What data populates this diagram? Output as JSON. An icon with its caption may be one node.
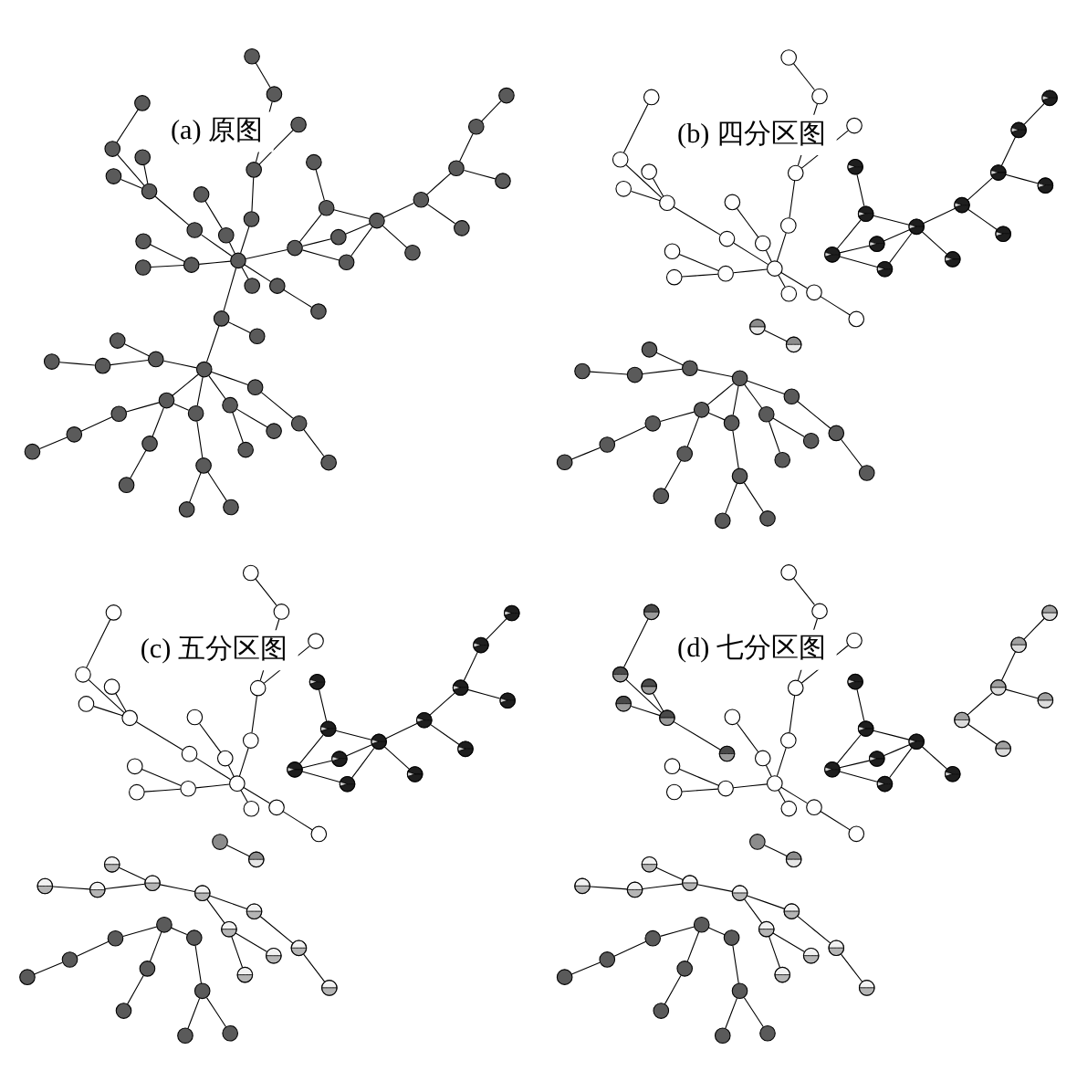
{
  "diagram": {
    "nodes": [
      {
        "text": [],
        "shape": "circle"
      },
      {
        "text": [],
        "shape": "circle"
      },
      {
        "text": [],
        "shape": "circle"
      },
      {
        "text": [],
        "shape": "circle"
      },
      {
        "text": [],
        "shape": "circle"
      },
      {
        "text": [],
        "shape": "circle"
      },
      {
        "text": [],
        "shape": "circle"
      },
      {
        "text": [],
        "shape": "circle"
      },
      {
        "text": [],
        "shape": "circle"
      },
      {
        "text": [],
        "shape": "circle"
      },
      {
        "text": [],
        "shape": "circle"
      },
      {
        "text": [],
        "shape": "circle"
      },
      {
        "text": [],
        "shape": "circle"
      },
      {
        "text": [],
        "shape": "circle"
      },
      {
        "text": [],
        "shape": "circle"
      },
      {
        "text": [],
        "shape": "circle"
      },
      {
        "text": [],
        "shape": "circle"
      },
      {
        "text": [],
        "shape": "circle"
      },
      {
        "text": [],
        "shape": "circle"
      },
      {
        "text": [],
        "shape": "circle"
      },
      {
        "text": [],
        "shape": "circle"
      },
      {
        "text": [],
        "shape": "circle"
      },
      {
        "text": [],
        "shape": "circle"
      },
      {
        "text": [],
        "shape": "circle"
      },
      {
        "text": [],
        "shape": "circle"
      },
      {
        "text": [],
        "shape": "circle"
      },
      {
        "text": [],
        "shape": "circle"
      },
      {
        "text": [],
        "shape": "circle"
      },
      {
        "text": [],
        "shape": "circle"
      },
      {
        "text": [],
        "shape": "circle"
      },
      {
        "text": [],
        "shape": "circle"
      },
      {
        "text": [],
        "shape": "circle"
      },
      {
        "text": [],
        "shape": "circle"
      },
      {
        "text": [],
        "shape": "circle"
      },
      {
        "text": [],
        "shape": "circle"
      },
      {
        "text": [],
        "shape": "circle"
      },
      {
        "text": [],
        "shape": "circle"
      },
      {
        "text": [],
        "shape": "circle"
      },
      {
        "text": [],
        "shape": "circle"
      },
      {
        "text": [],
        "shape": "circle"
      },
      {
        "text": [],
        "shape": "circle"
      },
      {
        "text": [],
        "shape": "circle"
      },
      {
        "text": [],
        "shape": "circle"
      },
      {
        "text": [],
        "shape": "circle"
      },
      {
        "text": [],
        "shape": "circle"
      },
      {
        "text": [],
        "shape": "circle"
      },
      {
        "text": [],
        "shape": "circle"
      },
      {
        "text": [],
        "shape": "circle"
      },
      {
        "text": [],
        "shape": "circle"
      },
      {
        "text": [],
        "shape": "circle"
      },
      {
        "text": [],
        "shape": "circle"
      },
      {
        "text": [],
        "shape": "circle"
      },
      {
        "text": [],
        "shape": "circle"
      },
      {
        "text": [],
        "shape": "circle"
      },
      {
        "text": [],
        "shape": "circle"
      },
      {
        "text": [],
        "shape": "circle"
      },
      {
        "text": [],
        "shape": "circle"
      },
      {
        "text": [],
        "shape": "circle"
      },
      {
        "text": [],
        "shape": "circle"
      },
      {
        "text": [],
        "shape": "circle"
      },
      {
        "text": [],
        "shape": "circle"
      },
      {
        "text": [],
        "shape": "circle"
      },
      {
        "text": [],
        "shape": "circle"
      },
      {
        "text": [],
        "shape": "circle"
      },
      {
        "text": [],
        "shape": "circle"
      },
      {
        "text": [],
        "shape": "circle"
      },
      {
        "text": [],
        "shape": "circle"
      },
      {
        "text": [],
        "shape": "circle"
      },
      {
        "text": [],
        "shape": "circle"
      },
      {
        "text": [],
        "shape": "circle"
      },
      {
        "text": [],
        "shape": "circle"
      },
      {
        "text": [],
        "shape": "circle"
      },
      {
        "text": [],
        "shape": "circle"
      },
      {
        "text": [],
        "shape": "circle"
      },
      {
        "text": [],
        "shape": "circle"
      },
      {
        "text": [],
        "shape": "circle"
      },
      {
        "text": [],
        "shape": "circle"
      },
      {
        "text": [],
        "shape": "circle"
      },
      {
        "text": [],
        "shape": "circle"
      },
      {
        "text": [],
        "shape": "circle"
      },
      {
        "text": [],
        "shape": "circle"
      },
      {
        "text": [],
        "shape": "circle"
      },
      {
        "text": [],
        "shape": "circle"
      },
      {
        "text": [],
        "shape": "circle"
      },
      {
        "text": [],
        "shape": "circle"
      },
      {
        "text": [],
        "shape": "circle"
      },
      {
        "text": [],
        "shape": "circle"
      },
      {
        "text": [],
        "shape": "circle"
      },
      {
        "text": [],
        "shape": "circle"
      },
      {
        "text": [],
        "shape": "circle"
      },
      {
        "text": [],
        "shape": "circle"
      },
      {
        "text": [],
        "shape": "circle"
      },
      {
        "text": [],
        "shape": "circle"
      },
      {
        "text": [],
        "shape": "circle"
      },
      {
        "text": [],
        "shape": "circle"
      },
      {
        "text": [],
        "shape": "circle"
      },
      {
        "text": [],
        "shape": "circle"
      },
      {
        "text": [],
        "shape": "circle"
      },
      {
        "text": [],
        "shape": "circle"
      },
      {
        "text": [],
        "shape": "circle"
      },
      {
        "text": [],
        "shape": "circle"
      },
      {
        "text": [],
        "shape": "circle"
      },
      {
        "text": [],
        "shape": "circle"
      },
      {
        "text": [],
        "shape": "circle"
      },
      {
        "text": [],
        "shape": "circle"
      },
      {
        "text": [],
        "shape": "circle"
      },
      {
        "text": [],
        "shape": "circle"
      },
      {
        "text": [],
        "shape": "circle"
      },
      {
        "text": [],
        "shape": "circle"
      },
      {
        "text": [],
        "shape": "circle"
      },
      {
        "text": [],
        "shape": "circle"
      },
      {
        "text": [],
        "shape": "circle"
      },
      {
        "text": [],
        "shape": "circle"
      },
      {
        "text": [],
        "shape": "circle"
      },
      {
        "text": [],
        "shape": "circle"
      },
      {
        "text": [],
        "shape": "circle"
      },
      {
        "text": [],
        "shape": "circle"
      },
      {
        "text": [],
        "shape": "circle"
      },
      {
        "text": [],
        "shape": "circle"
      },
      {
        "text": [],
        "shape": "circle"
      },
      {
        "text": [],
        "shape": "circle"
      },
      {
        "text": [],
        "shape": "circle"
      },
      {
        "text": [],
        "shape": "circle"
      },
      {
        "text": [],
        "shape": "circle"
      },
      {
        "text": [],
        "shape": "circle"
      },
      {
        "text": [],
        "shape": "circle"
      },
      {
        "text": [],
        "shape": "circle"
      },
      {
        "text": [],
        "shape": "circle"
      },
      {
        "text": [],
        "shape": "circle"
      },
      {
        "text": [],
        "shape": "circle"
      },
      {
        "text": [],
        "shape": "circle"
      },
      {
        "text": [],
        "shape": "circle"
      },
      {
        "text": [],
        "shape": "circle"
      },
      {
        "text": [],
        "shape": "circle"
      },
      {
        "text": [],
        "shape": "circle"
      },
      {
        "text": [],
        "shape": "circle"
      },
      {
        "text": [],
        "shape": "circle"
      },
      {
        "text": [],
        "shape": "circle"
      },
      {
        "text": [],
        "shape": "circle"
      },
      {
        "text": [],
        "shape": "circle"
      },
      {
        "text": [],
        "shape": "circle"
      },
      {
        "text": [],
        "shape": "circle"
      },
      {
        "text": [],
        "shape": "circle"
      },
      {
        "text": [],
        "shape": "circle"
      },
      {
        "text": [],
        "shape": "circle"
      },
      {
        "text": [],
        "shape": "circle"
      },
      {
        "text": [],
        "shape": "circle"
      },
      {
        "text": [],
        "shape": "circle"
      },
      {
        "text": [],
        "shape": "circle"
      },
      {
        "text": [],
        "shape": "circle"
      },
      {
        "text": [],
        "shape": "circle"
      },
      {
        "text": [],
        "shape": "circle"
      },
      {
        "text": [],
        "shape": "circle"
      },
      {
        "text": [],
        "shape": "circle"
      },
      {
        "text": [],
        "shape": "circle"
      },
      {
        "text": [],
        "shape": "circle"
      },
      {
        "text": [],
        "shape": "circle"
      },
      {
        "text": [],
        "shape": "circle"
      },
      {
        "text": [],
        "shape": "circle"
      },
      {
        "text": [],
        "shape": "circle"
      },
      {
        "text": [],
        "shape": "circle"
      },
      {
        "text": [],
        "shape": "circle"
      },
      {
        "text": [],
        "shape": "circle"
      },
      {
        "text": [],
        "shape": "circle"
      },
      {
        "text": [],
        "shape": "circle"
      },
      {
        "text": [],
        "shape": "circle"
      },
      {
        "text": [],
        "shape": "circle"
      },
      {
        "text": [],
        "shape": "circle"
      },
      {
        "text": [],
        "shape": "circle"
      },
      {
        "text": [],
        "shape": "circle"
      },
      {
        "text": [],
        "shape": "circle"
      },
      {
        "text": [],
        "shape": "circle"
      },
      {
        "text": [],
        "shape": "circle"
      },
      {
        "text": [],
        "shape": "circle"
      },
      {
        "text": [],
        "shape": "circle"
      },
      {
        "text": [],
        "shape": "circle"
      },
      {
        "text": [],
        "shape": "circle"
      },
      {
        "text": [],
        "shape": "circle"
      },
      {
        "text": [],
        "shape": "circle"
      },
      {
        "text": [],
        "shape": "circle"
      },
      {
        "text": [],
        "shape": "circle"
      },
      {
        "text": [],
        "shape": "circle"
      },
      {
        "text": [],
        "shape": "circle"
      },
      {
        "text": [],
        "shape": "circle"
      },
      {
        "text": [],
        "shape": "circle"
      },
      {
        "text": [],
        "shape": "circle"
      },
      {
        "text": [],
        "shape": "circle"
      },
      {
        "text": [],
        "shape": "circle"
      },
      {
        "text": [],
        "shape": "circle"
      },
      {
        "text": [],
        "shape": "circle"
      },
      {
        "text": [],
        "shape": "circle"
      },
      {
        "text": [],
        "shape": "circle"
      },
      {
        "text": [],
        "shape": "circle"
      },
      {
        "text": [],
        "shape": "circle"
      },
      {
        "text": [],
        "shape": "circle"
      },
      {
        "text": [],
        "shape": "circle"
      },
      {
        "text": [],
        "shape": "circle"
      },
      {
        "text": [],
        "shape": "circle"
      },
      {
        "text": [],
        "shape": "circle"
      },
      {
        "text": [],
        "shape": "circle"
      },
      {
        "text": [],
        "shape": "circle"
      },
      {
        "text": [],
        "shape": "circle"
      },
      {
        "text": [],
        "shape": "circle"
      },
      {
        "text": [],
        "shape": "circle"
      },
      {
        "text": [],
        "shape": "circle"
      },
      {
        "text": [],
        "shape": "circle"
      },
      {
        "text": [],
        "shape": "circle"
      },
      {
        "text": [],
        "shape": "circle"
      },
      {
        "text": [],
        "shape": "circle"
      },
      {
        "text": [],
        "shape": "circle"
      },
      {
        "text": [],
        "shape": "circle"
      },
      {
        "text": [],
        "shape": "circle"
      },
      {
        "text": [],
        "shape": "circle"
      },
      {
        "text": [],
        "shape": "circle"
      },
      {
        "text": [],
        "shape": "circle"
      },
      {
        "text": [],
        "shape": "circle"
      },
      {
        "text": [],
        "shape": "circle"
      },
      {
        "text": [],
        "shape": "circle"
      },
      {
        "text": [],
        "shape": "circle"
      },
      {
        "text": [],
        "shape": "circle"
      },
      {
        "text": [],
        "shape": "circle"
      },
      {
        "text": [],
        "shape": "circle"
      },
      {
        "text": [],
        "shape": "circle"
      },
      {
        "text": [],
        "shape": "circle"
      }
    ],
    "edges": [
      {
        "from": 0,
        "to": 1,
        "arrow": "none"
      },
      {
        "from": 1,
        "to": 2,
        "arrow": "none"
      },
      {
        "from": 3,
        "to": 4,
        "arrow": "none"
      },
      {
        "from": 4,
        "to": 5,
        "arrow": "none"
      },
      {
        "from": 5,
        "to": 2,
        "arrow": "none"
      },
      {
        "from": 2,
        "to": 6,
        "arrow": "none"
      },
      {
        "from": 2,
        "to": 7,
        "arrow": "none"
      },
      {
        "from": 6,
        "to": 7,
        "arrow": "none"
      },
      {
        "from": 6,
        "to": 8,
        "arrow": "none"
      },
      {
        "from": 8,
        "to": 9,
        "arrow": "none"
      },
      {
        "from": 8,
        "to": 10,
        "arrow": "none"
      },
      {
        "from": 7,
        "to": 11,
        "arrow": "none"
      },
      {
        "from": 11,
        "to": 12,
        "arrow": "none"
      },
      {
        "from": 12,
        "to": 13,
        "arrow": "none"
      },
      {
        "from": 7,
        "to": 14,
        "arrow": "none"
      },
      {
        "from": 14,
        "to": 15,
        "arrow": "none"
      },
      {
        "from": 14,
        "to": 16,
        "arrow": "none"
      },
      {
        "from": 7,
        "to": 17,
        "arrow": "none"
      },
      {
        "from": 17,
        "to": 18,
        "arrow": "none"
      },
      {
        "from": 17,
        "to": 19,
        "arrow": "none"
      },
      {
        "from": 19,
        "to": 20,
        "arrow": "none"
      },
      {
        "from": 7,
        "to": 21,
        "arrow": "none"
      },
      {
        "from": 21,
        "to": 22,
        "arrow": "none"
      },
      {
        "from": 21,
        "to": 29,
        "arrow": "none"
      },
      {
        "from": 29,
        "to": 43,
        "arrow": "none"
      },
      {
        "from": 23,
        "to": 24,
        "arrow": "none"
      },
      {
        "from": 24,
        "to": 25,
        "arrow": "none"
      },
      {
        "from": 26,
        "to": 25,
        "arrow": "none"
      },
      {
        "from": 25,
        "to": 27,
        "arrow": "none"
      },
      {
        "from": 27,
        "to": 29,
        "arrow": "none"
      },
      {
        "from": 28,
        "to": 29,
        "arrow": "none"
      },
      {
        "from": 29,
        "to": 30,
        "arrow": "none"
      },
      {
        "from": 30,
        "to": 31,
        "arrow": "none"
      },
      {
        "from": 32,
        "to": 33,
        "arrow": "none"
      },
      {
        "from": 33,
        "to": 29,
        "arrow": "none"
      },
      {
        "from": 34,
        "to": 33,
        "arrow": "none"
      },
      {
        "from": 29,
        "to": 35,
        "arrow": "none"
      },
      {
        "from": 35,
        "to": 36,
        "arrow": "none"
      },
      {
        "from": 37,
        "to": 38,
        "arrow": "none"
      },
      {
        "from": 38,
        "to": 36,
        "arrow": "none"
      },
      {
        "from": 36,
        "to": 39,
        "arrow": "none"
      },
      {
        "from": 36,
        "to": 40,
        "arrow": "none"
      },
      {
        "from": 29,
        "to": 41,
        "arrow": "none"
      },
      {
        "from": 41,
        "to": 42,
        "arrow": "none"
      },
      {
        "from": 43,
        "to": 44,
        "arrow": "none"
      },
      {
        "from": 43,
        "to": 45,
        "arrow": "none"
      },
      {
        "from": 43,
        "to": 46,
        "arrow": "none"
      },
      {
        "from": 44,
        "to": 47,
        "arrow": "none"
      },
      {
        "from": 45,
        "to": 47,
        "arrow": "none"
      },
      {
        "from": 46,
        "to": 47,
        "arrow": "none"
      },
      {
        "from": 46,
        "to": 48,
        "arrow": "none"
      },
      {
        "from": 47,
        "to": 49,
        "arrow": "none"
      },
      {
        "from": 47,
        "to": 50,
        "arrow": "none"
      },
      {
        "from": 50,
        "to": 51,
        "arrow": "none"
      },
      {
        "from": 50,
        "to": 52,
        "arrow": "none"
      },
      {
        "from": 52,
        "to": 53,
        "arrow": "none"
      },
      {
        "from": 53,
        "to": 54,
        "arrow": "none"
      },
      {
        "from": 52,
        "to": 55,
        "arrow": "none"
      },
      {
        "from": 56,
        "to": 57,
        "arrow": "none"
      },
      {
        "from": 57,
        "to": 58,
        "arrow": "none"
      },
      {
        "from": 59,
        "to": 60,
        "arrow": "none"
      },
      {
        "from": 60,
        "to": 61,
        "arrow": "none"
      },
      {
        "from": 61,
        "to": 58,
        "arrow": "none"
      },
      {
        "from": 58,
        "to": 62,
        "arrow": "none"
      },
      {
        "from": 58,
        "to": 63,
        "arrow": "none"
      },
      {
        "from": 62,
        "to": 63,
        "arrow": "none"
      },
      {
        "from": 62,
        "to": 64,
        "arrow": "none"
      },
      {
        "from": 64,
        "to": 65,
        "arrow": "none"
      },
      {
        "from": 64,
        "to": 66,
        "arrow": "none"
      },
      {
        "from": 63,
        "to": 67,
        "arrow": "none"
      },
      {
        "from": 67,
        "to": 68,
        "arrow": "none"
      },
      {
        "from": 68,
        "to": 69,
        "arrow": "none"
      },
      {
        "from": 63,
        "to": 70,
        "arrow": "none"
      },
      {
        "from": 70,
        "to": 71,
        "arrow": "none"
      },
      {
        "from": 70,
        "to": 72,
        "arrow": "none"
      },
      {
        "from": 63,
        "to": 73,
        "arrow": "none"
      },
      {
        "from": 73,
        "to": 74,
        "arrow": "none"
      },
      {
        "from": 73,
        "to": 75,
        "arrow": "none"
      },
      {
        "from": 75,
        "to": 76,
        "arrow": "none"
      },
      {
        "from": 77,
        "to": 78,
        "arrow": "none"
      },
      {
        "from": 79,
        "to": 80,
        "arrow": "none"
      },
      {
        "from": 80,
        "to": 81,
        "arrow": "none"
      },
      {
        "from": 82,
        "to": 81,
        "arrow": "none"
      },
      {
        "from": 81,
        "to": 83,
        "arrow": "none"
      },
      {
        "from": 83,
        "to": 85,
        "arrow": "none"
      },
      {
        "from": 84,
        "to": 85,
        "arrow": "none"
      },
      {
        "from": 85,
        "to": 86,
        "arrow": "none"
      },
      {
        "from": 86,
        "to": 87,
        "arrow": "none"
      },
      {
        "from": 88,
        "to": 89,
        "arrow": "none"
      },
      {
        "from": 89,
        "to": 85,
        "arrow": "none"
      },
      {
        "from": 90,
        "to": 89,
        "arrow": "none"
      },
      {
        "from": 85,
        "to": 91,
        "arrow": "none"
      },
      {
        "from": 91,
        "to": 92,
        "arrow": "none"
      },
      {
        "from": 93,
        "to": 94,
        "arrow": "none"
      },
      {
        "from": 94,
        "to": 92,
        "arrow": "none"
      },
      {
        "from": 92,
        "to": 95,
        "arrow": "none"
      },
      {
        "from": 92,
        "to": 96,
        "arrow": "none"
      },
      {
        "from": 85,
        "to": 97,
        "arrow": "none"
      },
      {
        "from": 97,
        "to": 98,
        "arrow": "none"
      },
      {
        "from": 99,
        "to": 100,
        "arrow": "none"
      },
      {
        "from": 99,
        "to": 101,
        "arrow": "none"
      },
      {
        "from": 99,
        "to": 102,
        "arrow": "none"
      },
      {
        "from": 100,
        "to": 103,
        "arrow": "none"
      },
      {
        "from": 101,
        "to": 103,
        "arrow": "none"
      },
      {
        "from": 102,
        "to": 103,
        "arrow": "none"
      },
      {
        "from": 102,
        "to": 104,
        "arrow": "none"
      },
      {
        "from": 103,
        "to": 105,
        "arrow": "none"
      },
      {
        "from": 103,
        "to": 106,
        "arrow": "none"
      },
      {
        "from": 106,
        "to": 107,
        "arrow": "none"
      },
      {
        "from": 106,
        "to": 108,
        "arrow": "none"
      },
      {
        "from": 108,
        "to": 109,
        "arrow": "none"
      },
      {
        "from": 109,
        "to": 110,
        "arrow": "none"
      },
      {
        "from": 108,
        "to": 111,
        "arrow": "none"
      },
      {
        "from": 112,
        "to": 113,
        "arrow": "none"
      },
      {
        "from": 113,
        "to": 114,
        "arrow": "none"
      },
      {
        "from": 115,
        "to": 116,
        "arrow": "none"
      },
      {
        "from": 116,
        "to": 117,
        "arrow": "none"
      },
      {
        "from": 117,
        "to": 114,
        "arrow": "none"
      },
      {
        "from": 114,
        "to": 118,
        "arrow": "none"
      },
      {
        "from": 118,
        "to": 120,
        "arrow": "none"
      },
      {
        "from": 120,
        "to": 121,
        "arrow": "none"
      },
      {
        "from": 120,
        "to": 122,
        "arrow": "none"
      },
      {
        "from": 119,
        "to": 123,
        "arrow": "none"
      },
      {
        "from": 123,
        "to": 124,
        "arrow": "none"
      },
      {
        "from": 124,
        "to": 125,
        "arrow": "none"
      },
      {
        "from": 119,
        "to": 126,
        "arrow": "none"
      },
      {
        "from": 126,
        "to": 127,
        "arrow": "none"
      },
      {
        "from": 126,
        "to": 128,
        "arrow": "none"
      },
      {
        "from": 119,
        "to": 129,
        "arrow": "none"
      },
      {
        "from": 129,
        "to": 130,
        "arrow": "none"
      },
      {
        "from": 129,
        "to": 131,
        "arrow": "none"
      },
      {
        "from": 131,
        "to": 132,
        "arrow": "none"
      },
      {
        "from": 133,
        "to": 134,
        "arrow": "none"
      },
      {
        "from": 135,
        "to": 136,
        "arrow": "none"
      },
      {
        "from": 136,
        "to": 137,
        "arrow": "none"
      },
      {
        "from": 138,
        "to": 137,
        "arrow": "none"
      },
      {
        "from": 137,
        "to": 139,
        "arrow": "none"
      },
      {
        "from": 139,
        "to": 141,
        "arrow": "none"
      },
      {
        "from": 140,
        "to": 141,
        "arrow": "none"
      },
      {
        "from": 141,
        "to": 142,
        "arrow": "none"
      },
      {
        "from": 142,
        "to": 143,
        "arrow": "none"
      },
      {
        "from": 144,
        "to": 145,
        "arrow": "none"
      },
      {
        "from": 145,
        "to": 141,
        "arrow": "none"
      },
      {
        "from": 146,
        "to": 145,
        "arrow": "none"
      },
      {
        "from": 141,
        "to": 147,
        "arrow": "none"
      },
      {
        "from": 147,
        "to": 148,
        "arrow": "none"
      },
      {
        "from": 149,
        "to": 150,
        "arrow": "none"
      },
      {
        "from": 150,
        "to": 148,
        "arrow": "none"
      },
      {
        "from": 148,
        "to": 151,
        "arrow": "none"
      },
      {
        "from": 148,
        "to": 152,
        "arrow": "none"
      },
      {
        "from": 141,
        "to": 153,
        "arrow": "none"
      },
      {
        "from": 153,
        "to": 154,
        "arrow": "none"
      },
      {
        "from": 155,
        "to": 156,
        "arrow": "none"
      },
      {
        "from": 155,
        "to": 157,
        "arrow": "none"
      },
      {
        "from": 155,
        "to": 158,
        "arrow": "none"
      },
      {
        "from": 156,
        "to": 159,
        "arrow": "none"
      },
      {
        "from": 157,
        "to": 159,
        "arrow": "none"
      },
      {
        "from": 158,
        "to": 159,
        "arrow": "none"
      },
      {
        "from": 158,
        "to": 160,
        "arrow": "none"
      },
      {
        "from": 159,
        "to": 161,
        "arrow": "none"
      },
      {
        "from": 159,
        "to": 162,
        "arrow": "none"
      },
      {
        "from": 162,
        "to": 163,
        "arrow": "none"
      },
      {
        "from": 162,
        "to": 164,
        "arrow": "none"
      },
      {
        "from": 164,
        "to": 165,
        "arrow": "none"
      },
      {
        "from": 165,
        "to": 166,
        "arrow": "none"
      },
      {
        "from": 164,
        "to": 167,
        "arrow": "none"
      },
      {
        "from": 168,
        "to": 169,
        "arrow": "none"
      },
      {
        "from": 169,
        "to": 170,
        "arrow": "none"
      },
      {
        "from": 171,
        "to": 172,
        "arrow": "none"
      },
      {
        "from": 172,
        "to": 173,
        "arrow": "none"
      },
      {
        "from": 173,
        "to": 170,
        "arrow": "none"
      },
      {
        "from": 170,
        "to": 174,
        "arrow": "none"
      },
      {
        "from": 174,
        "to": 176,
        "arrow": "none"
      },
      {
        "from": 176,
        "to": 177,
        "arrow": "none"
      },
      {
        "from": 176,
        "to": 178,
        "arrow": "none"
      },
      {
        "from": 175,
        "to": 179,
        "arrow": "none"
      },
      {
        "from": 179,
        "to": 180,
        "arrow": "none"
      },
      {
        "from": 180,
        "to": 181,
        "arrow": "none"
      },
      {
        "from": 175,
        "to": 182,
        "arrow": "none"
      },
      {
        "from": 182,
        "to": 183,
        "arrow": "none"
      },
      {
        "from": 182,
        "to": 184,
        "arrow": "none"
      },
      {
        "from": 175,
        "to": 185,
        "arrow": "none"
      },
      {
        "from": 185,
        "to": 186,
        "arrow": "none"
      },
      {
        "from": 185,
        "to": 187,
        "arrow": "none"
      },
      {
        "from": 187,
        "to": 188,
        "arrow": "none"
      },
      {
        "from": 189,
        "to": 190,
        "arrow": "none"
      },
      {
        "from": 191,
        "to": 192,
        "arrow": "none"
      },
      {
        "from": 192,
        "to": 193,
        "arrow": "none"
      },
      {
        "from": 194,
        "to": 193,
        "arrow": "none"
      },
      {
        "from": 193,
        "to": 195,
        "arrow": "none"
      },
      {
        "from": 195,
        "to": 197,
        "arrow": "none"
      },
      {
        "from": 196,
        "to": 197,
        "arrow": "none"
      },
      {
        "from": 197,
        "to": 198,
        "arrow": "none"
      },
      {
        "from": 198,
        "to": 199,
        "arrow": "none"
      },
      {
        "from": 200,
        "to": 201,
        "arrow": "none"
      },
      {
        "from": 201,
        "to": 197,
        "arrow": "none"
      },
      {
        "from": 202,
        "to": 201,
        "arrow": "none"
      },
      {
        "from": 203,
        "to": 204,
        "arrow": "none"
      },
      {
        "from": 205,
        "to": 206,
        "arrow": "none"
      },
      {
        "from": 206,
        "to": 204,
        "arrow": "none"
      },
      {
        "from": 204,
        "to": 207,
        "arrow": "none"
      },
      {
        "from": 204,
        "to": 208,
        "arrow": "none"
      },
      {
        "from": 197,
        "to": 209,
        "arrow": "none"
      },
      {
        "from": 209,
        "to": 210,
        "arrow": "none"
      },
      {
        "from": 211,
        "to": 212,
        "arrow": "none"
      },
      {
        "from": 211,
        "to": 213,
        "arrow": "none"
      },
      {
        "from": 211,
        "to": 214,
        "arrow": "none"
      },
      {
        "from": 212,
        "to": 215,
        "arrow": "none"
      },
      {
        "from": 213,
        "to": 215,
        "arrow": "none"
      },
      {
        "from": 214,
        "to": 215,
        "arrow": "none"
      },
      {
        "from": 214,
        "to": 216,
        "arrow": "none"
      },
      {
        "from": 215,
        "to": 217,
        "arrow": "none"
      },
      {
        "from": 218,
        "to": 219,
        "arrow": "none"
      },
      {
        "from": 218,
        "to": 220,
        "arrow": "none"
      },
      {
        "from": 220,
        "to": 221,
        "arrow": "none"
      },
      {
        "from": 221,
        "to": 222,
        "arrow": "none"
      },
      {
        "from": 220,
        "to": 223,
        "arrow": "none"
      }
    ],
    "labels": [
      "(a) 原图",
      "(b) 四分区图",
      "(c) 五分区图",
      "(d) 七分区图"
    ]
  }
}
